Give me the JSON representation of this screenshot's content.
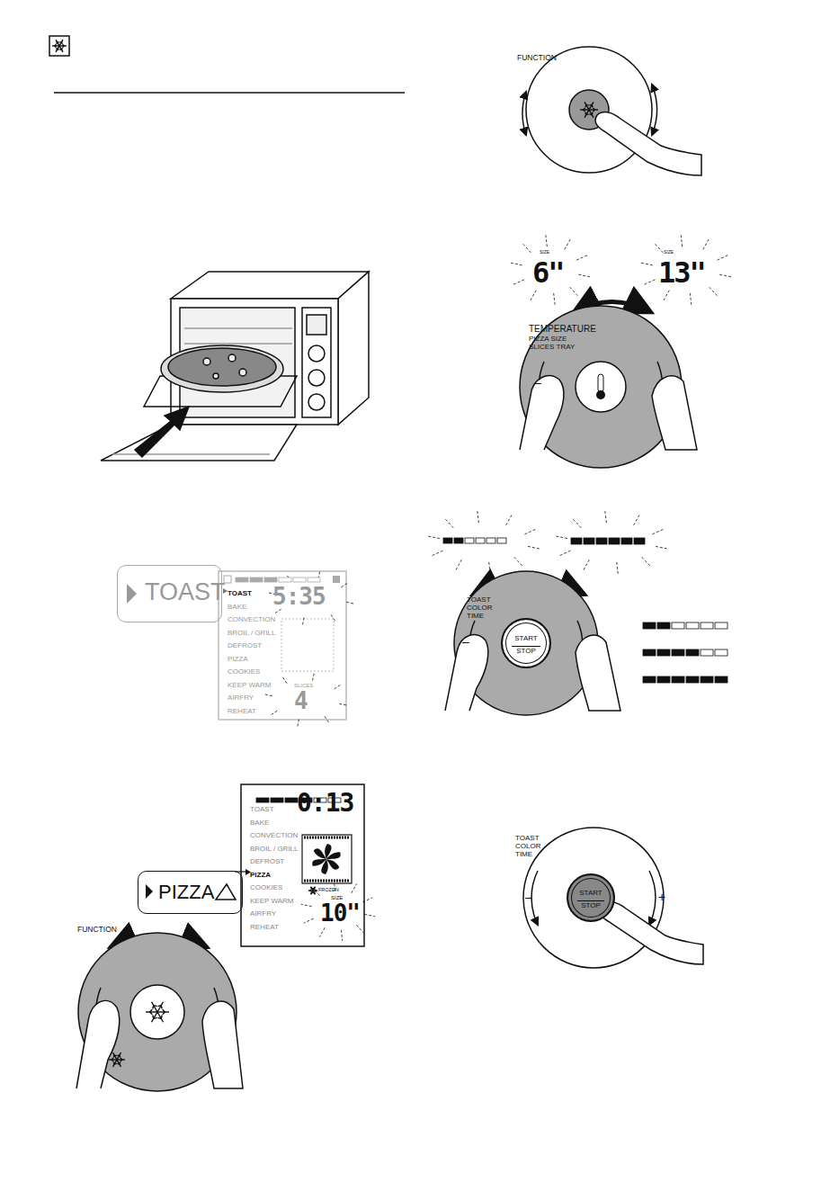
{
  "diagram": {
    "nodes": [
      {
        "text": [
          "TOAST"
        ]
      },
      {
        "text": [
          "5:35",
          "TOAST",
          "BAKE",
          "CONVECTION",
          "BROIL / GRILL",
          "DEFROST",
          "PIZZA",
          "COOKIES",
          "KEEP WARM",
          "AIRFRY",
          "REHEAT",
          "SLICES",
          "4"
        ]
      },
      {
        "text": [
          "START",
          "STOP"
        ]
      },
      {
        "text": [
          "PIZZA"
        ]
      },
      {
        "text": [
          "0:13",
          "TOAST",
          "BAKE",
          "CONVECTION",
          "BROIL / GRILL",
          "DEFROST",
          "PIZZA",
          "COOKIES",
          "KEEP WARM",
          "AIRFRY",
          "REHEAT",
          "FROZEN",
          "SIZE",
          "10\""
        ]
      },
      {
        "text": [
          "START",
          "STOP"
        ]
      }
    ],
    "labels": [
      "FUNCTION",
      "SIZE",
      "6\"",
      "SIZE",
      "13\"",
      "TEMPERATURE",
      "PIZZA SIZE SLICES TRAY",
      "–",
      "TOAST COLOR TIME",
      "–",
      "FUNCTION",
      "TOAST COLOR TIME",
      "–",
      "+"
    ]
  }
}
